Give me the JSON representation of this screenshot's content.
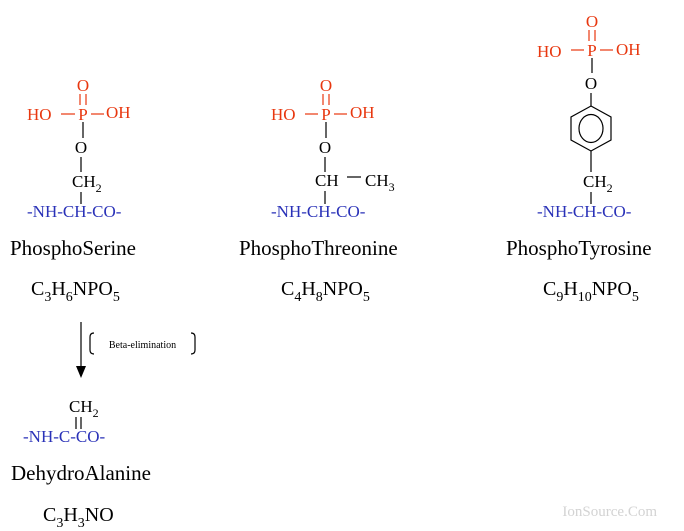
{
  "diagram": {
    "serine": {
      "phosphate": {
        "o_top": "O",
        "ho": "HO",
        "p": "P",
        "oh": "OH",
        "o_link": "O"
      },
      "ch2": {
        "main": "CH",
        "sub": "2"
      },
      "backbone": "-NH-CH-CO-",
      "name": "PhosphoSerine",
      "formula": [
        "C",
        "3",
        "H",
        "6",
        "NPO",
        "5"
      ]
    },
    "threonine": {
      "phosphate": {
        "o_top": "O",
        "ho": "HO",
        "p": "P",
        "oh": "OH",
        "o_link": "O"
      },
      "ch": "CH",
      "ch3": {
        "main": "CH",
        "sub": "3"
      },
      "backbone": "-NH-CH-CO-",
      "name": "PhosphoThreonine",
      "formula": [
        "C",
        "4",
        "H",
        "8",
        "NPO",
        "5"
      ]
    },
    "tyrosine": {
      "phosphate": {
        "o_top": "O",
        "ho": "HO",
        "p": "P",
        "oh": "OH",
        "o_link": "O"
      },
      "ch2": {
        "main": "CH",
        "sub": "2"
      },
      "backbone": "-NH-CH-CO-",
      "name": "PhosphoTyrosine",
      "formula": [
        "C",
        "9",
        "H",
        "10",
        "NPO",
        "5"
      ]
    },
    "reaction": {
      "label": "Beta-elimination"
    },
    "dehydroalanine": {
      "ch2": {
        "main": "CH",
        "sub": "2"
      },
      "backbone": "-NH-C-CO-",
      "name": "DehydroAlanine",
      "formula": [
        "C",
        "3",
        "H",
        "3",
        "NO"
      ]
    },
    "watermark": "IonSource.Com"
  },
  "colors": {
    "phosphate": "#e8370f",
    "backbone": "#2a32b8",
    "text": "#000000",
    "watermark": "#d3d3d3"
  }
}
